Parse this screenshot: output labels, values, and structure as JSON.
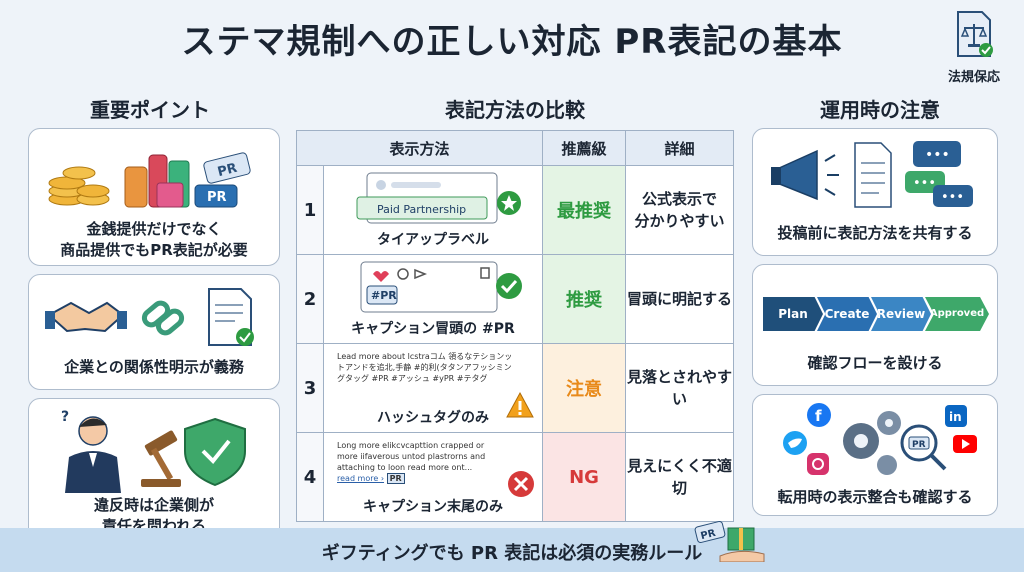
{
  "title": "ステマ規制への正しい対応 PR表記の基本",
  "badge": {
    "label": "法規保応"
  },
  "columns": {
    "left": "重要ポイント",
    "middle": "表記方法の比較",
    "right": "運用時の注意"
  },
  "left_cards": [
    {
      "caption_1": "金銭提供だけでなく",
      "caption_2": "商品提供でもPR表記が必要",
      "tag": "PR"
    },
    {
      "caption_1": "企業との関係性明示が義務"
    },
    {
      "caption_1": "違反時は企業側が",
      "caption_2": "責任を問われる"
    }
  ],
  "table": {
    "headers": [
      "表示方法",
      "推薦級",
      "詳細"
    ],
    "rows": [
      {
        "num": "1",
        "method_label": "タイアップラベル",
        "ui_text": "Paid Partnership",
        "rec": "最推奨",
        "detail_1": "公式表示で",
        "detail_2": "分かりやすい"
      },
      {
        "num": "2",
        "method_label": "キャプション冒頭の #PR",
        "ui_text": "#PR",
        "rec": "推奨",
        "detail_1": "冒頭に明記する",
        "detail_2": ""
      },
      {
        "num": "3",
        "method_label": "ハッシュタグのみ",
        "ui_text": "Lead more about lcstraコム  領るなテションットアンドを追北,手静 #的利(タタンアフッシミングタッグ #PR #アッシュ #уPR #テタグ",
        "rec": "注意",
        "detail_1": "見落とされやすい",
        "detail_2": ""
      },
      {
        "num": "4",
        "method_label": "キャプション末尾のみ",
        "ui_text": "Long more elikcvcapttion crapped or more iifaverous untod plastrorns and attaching to loon read more ont...",
        "more_text": "read more ›",
        "tag": "PR",
        "rec": "NG",
        "detail_1": "見えにくく不適切",
        "detail_2": ""
      }
    ]
  },
  "right_cards": [
    {
      "caption": "投稿前に表記方法を共有する"
    },
    {
      "caption": "確認フローを設ける",
      "flow": [
        "Plan",
        "Create",
        "Review",
        "Approved"
      ]
    },
    {
      "caption": "転用時の表示整合も確認する",
      "pr_tag": "PR",
      "linkedin": "in"
    }
  ],
  "banner": {
    "text": "ギフティングでも PR 表記は必須の実務ルール",
    "tag": "PR"
  },
  "colors": {
    "green": "#2e9b41",
    "orange": "#e88a1a",
    "red": "#d63a3a",
    "navy": "#1f4f7a"
  }
}
